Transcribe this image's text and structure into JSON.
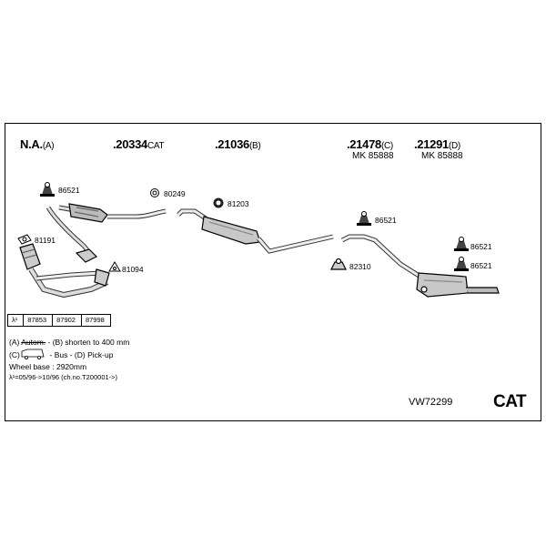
{
  "headers": [
    {
      "code": "N.A.",
      "suffix": "(A)"
    },
    {
      "code": ".20334",
      "suffix": "CAT"
    },
    {
      "code": ".21036",
      "suffix": "(B)"
    },
    {
      "code": ".21478",
      "suffix": "(C)",
      "mk": "MK 85888"
    },
    {
      "code": ".21291",
      "suffix": "(D)",
      "mk": "MK 85888"
    }
  ],
  "parts": {
    "p86521a": "86521",
    "p80249": "80249",
    "p81203": "81203",
    "p86521b": "86521",
    "p81191": "81191",
    "p81094": "81094",
    "p82310": "82310",
    "p86521c": "86521",
    "p86521d": "86521"
  },
  "lambda_row": {
    "symbol": "λ¹",
    "codes": [
      "87853",
      "87902",
      "87998"
    ]
  },
  "notes": {
    "line1_pre": "(A) ",
    "line1_strike": "Autom.",
    "line1_post": " - (B) shorten to 400 mm",
    "line2_pre": "(C) ",
    "line2_post": " - Bus - (D) Pick-up",
    "line3": "Wheel base : 2920mm",
    "line4": "λ¹=05/96->10/96 (ch.no.T200001->)"
  },
  "diagram_code": "VW72299",
  "badge": "CAT"
}
